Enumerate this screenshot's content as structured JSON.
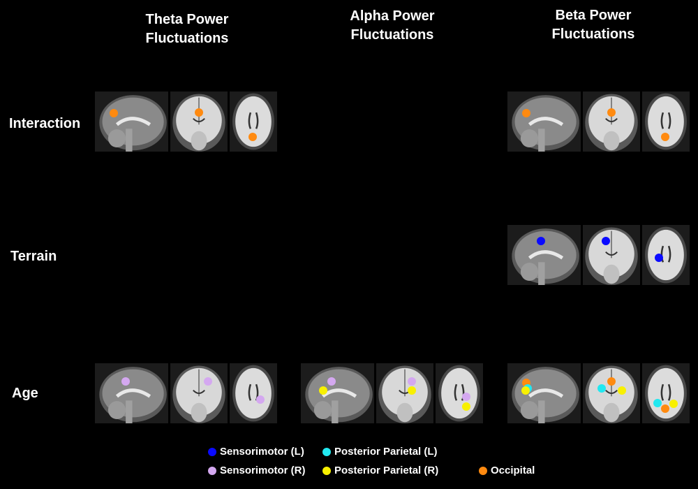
{
  "columns": [
    {
      "id": "theta",
      "line1": "Theta Power",
      "line2": "Fluctuations"
    },
    {
      "id": "alpha",
      "line1": "Alpha Power",
      "line2": "Fluctuations"
    },
    {
      "id": "beta",
      "line1": "Beta Power",
      "line2": "Fluctuations"
    }
  ],
  "rows": [
    {
      "id": "interaction",
      "label": "Interaction"
    },
    {
      "id": "terrain",
      "label": "Terrain"
    },
    {
      "id": "age",
      "label": "Age"
    }
  ],
  "regions": {
    "sensorimotor_l": {
      "label": "Sensorimotor (L)",
      "color": "#0a0aff"
    },
    "sensorimotor_r": {
      "label": "Sensorimotor (R)",
      "color": "#d4a8f0"
    },
    "posterior_parietal_l": {
      "label": "Posterior Parietal (L)",
      "color": "#22e8f0"
    },
    "posterior_parietal_r": {
      "label": "Posterior Parietal (R)",
      "color": "#f8f000"
    },
    "occipital": {
      "label": "Occipital",
      "color": "#ff8a10"
    }
  },
  "legend": [
    {
      "region": "sensorimotor_l",
      "label": "Sensorimotor (L)"
    },
    {
      "region": "posterior_parietal_l",
      "label": "Posterior Parietal (L)"
    },
    {
      "region": "sensorimotor_r",
      "label": "Sensorimotor (R)"
    },
    {
      "region": "posterior_parietal_r",
      "label": "Posterior Parietal (R)"
    },
    {
      "region": "occipital",
      "label": "Occipital"
    }
  ],
  "cells": [
    {
      "row": "interaction",
      "column": "theta",
      "regions": [
        "occipital"
      ]
    },
    {
      "row": "interaction",
      "column": "beta",
      "regions": [
        "occipital"
      ]
    },
    {
      "row": "terrain",
      "column": "beta",
      "regions": [
        "sensorimotor_l"
      ]
    },
    {
      "row": "age",
      "column": "theta",
      "regions": [
        "sensorimotor_r"
      ]
    },
    {
      "row": "age",
      "column": "alpha",
      "regions": [
        "sensorimotor_r",
        "posterior_parietal_r"
      ]
    },
    {
      "row": "age",
      "column": "beta",
      "regions": [
        "occipital",
        "posterior_parietal_l",
        "posterior_parietal_r"
      ]
    }
  ],
  "views": [
    "sagittal",
    "coronal",
    "axial"
  ]
}
